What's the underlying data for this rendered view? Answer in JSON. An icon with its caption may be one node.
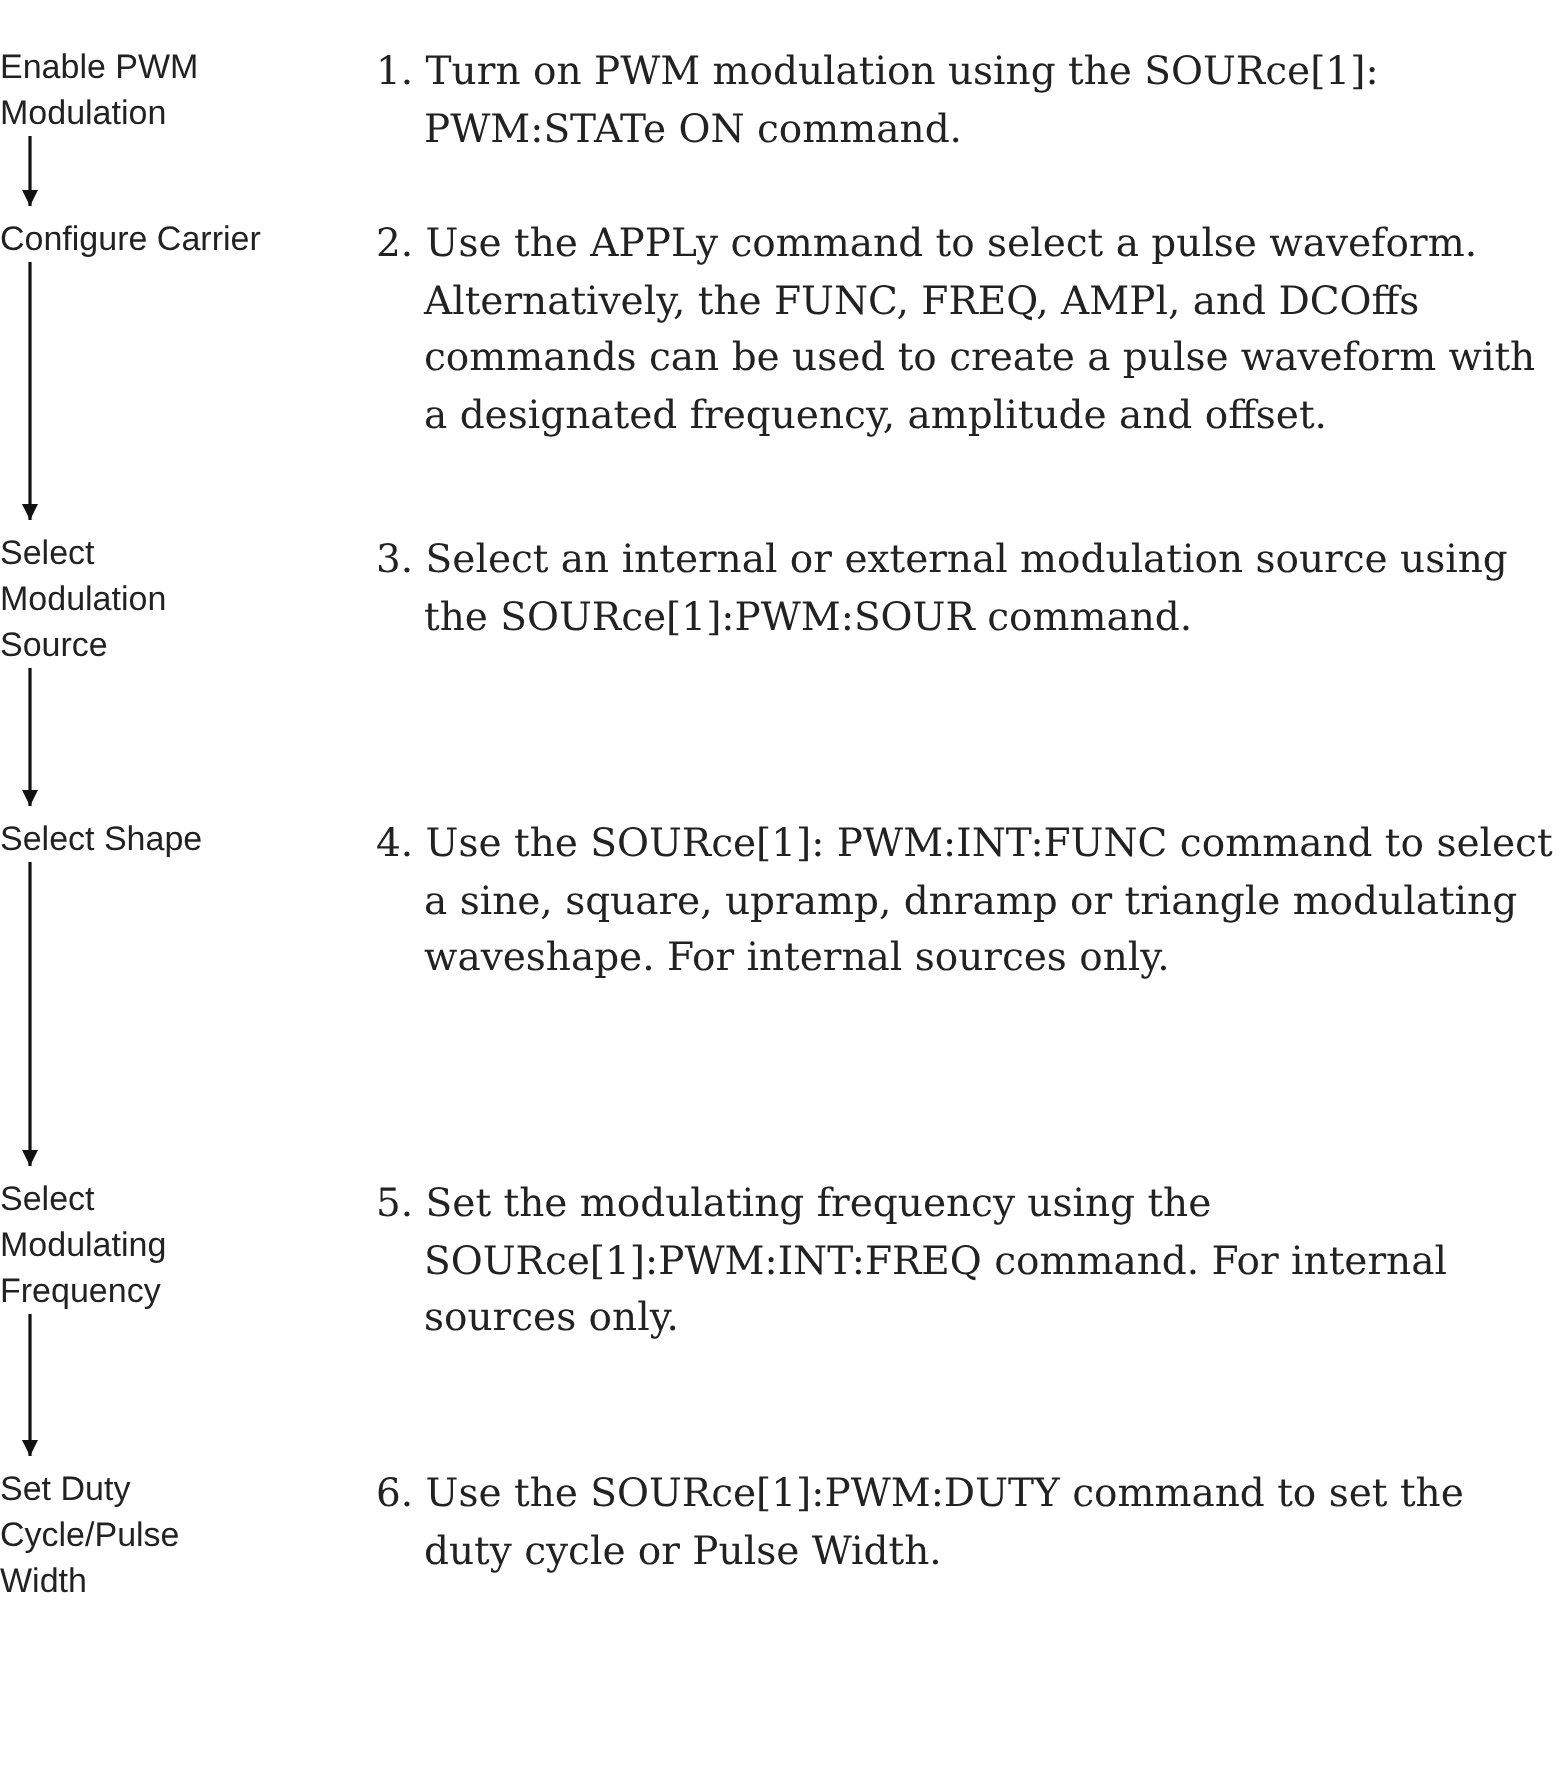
{
  "diagram": {
    "nodes": [
      {
        "text": [
          "Enable PWM Modulation"
        ]
      },
      {
        "text": [
          "Configure Carrier"
        ]
      },
      {
        "text": [
          "Select Modulation Source"
        ]
      },
      {
        "text": [
          "Select Shape"
        ]
      },
      {
        "text": [
          "Select Modulating Frequency"
        ]
      },
      {
        "text": [
          "Set Duty Cycle/Pulse Width"
        ]
      }
    ],
    "edges": [
      {
        "from": 0,
        "to": 1,
        "arrow": "to"
      },
      {
        "from": 1,
        "to": 2,
        "arrow": "to"
      },
      {
        "from": 2,
        "to": 3,
        "arrow": "to"
      },
      {
        "from": 3,
        "to": 4,
        "arrow": "to"
      },
      {
        "from": 4,
        "to": 5,
        "arrow": "to"
      }
    ],
    "labels": [
      "1. Turn on PWM modulation using the SOURce[1]: PWM:STATe ON command.",
      "2. Use the APPLy command to select a pulse waveform. Alternatively, the FUNC, FREQ, AMPl, and DCOffs commands can be used to create a pulse waveform with a designated frequency, amplitude and offset.",
      "3. Select an internal or external modulation source using the SOURce[1]:PWM:SOUR command.",
      "4. Use the SOURce[1]: PWM:INT:FUNC command to select a sine, square, upramp, dnramp or triangle modulating waveshape. For internal sources only.",
      "5. Set the modulating frequency using the SOURce[1]:PWM:INT:FREQ command. For internal sources only.",
      "6. Use the SOURce[1]:PWM:DUTY command to set the duty cycle or Pulse Width."
    ]
  }
}
